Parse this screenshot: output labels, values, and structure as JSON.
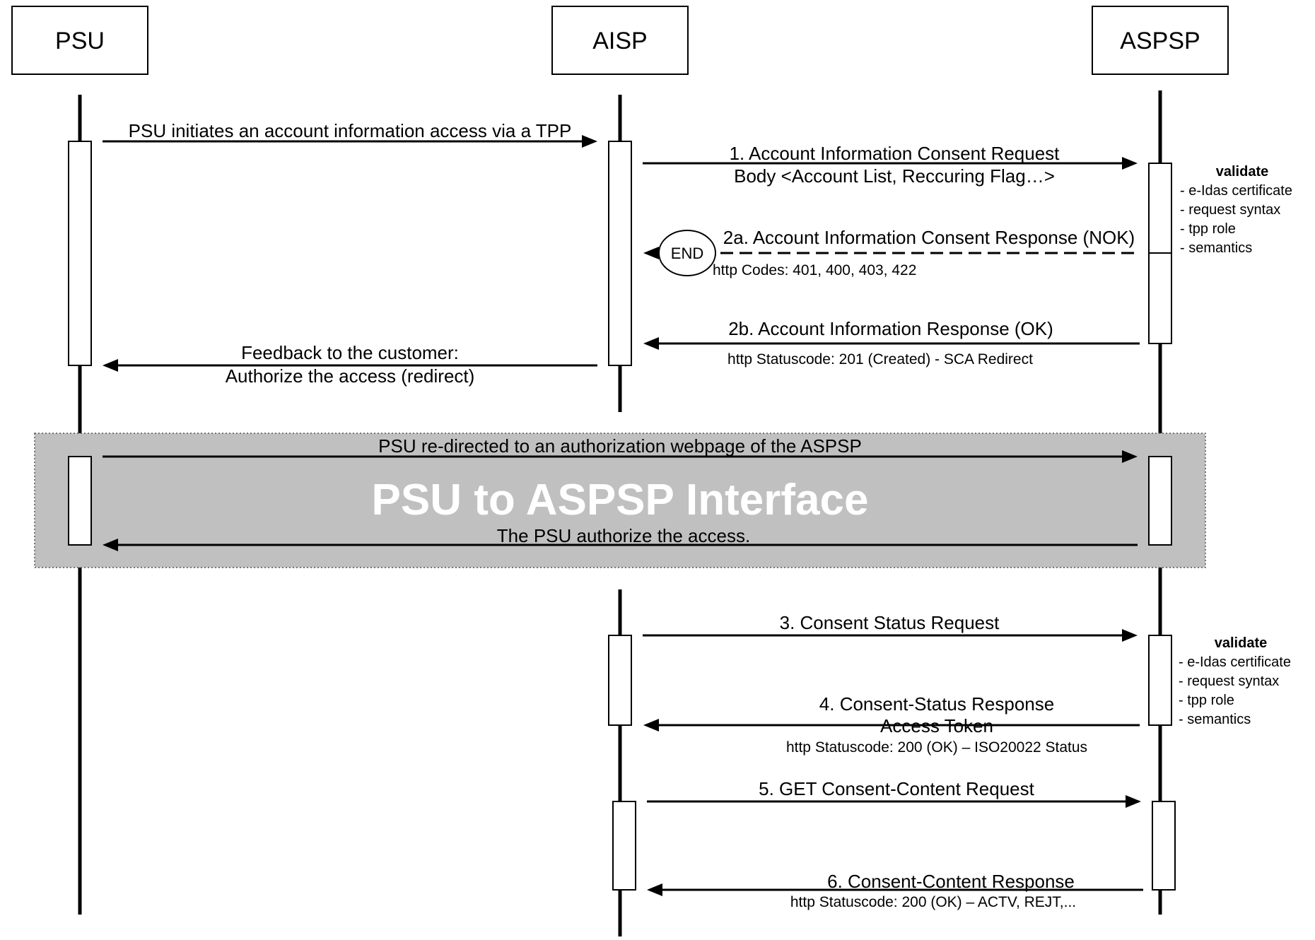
{
  "diagram": {
    "actors": [
      {
        "id": "psu",
        "label": "PSU"
      },
      {
        "id": "aisp",
        "label": "AISP"
      },
      {
        "id": "aspsp",
        "label": "ASPSP"
      }
    ],
    "messages": {
      "m0": "PSU initiates an account information access via a TPP",
      "m1": "1. Account Information Consent Request",
      "m1_body": "Body <Account List, Reccuring Flag…>",
      "m2a": "2a. Account Information Consent Response (NOK)",
      "m2a_codes": "http Codes: 401, 400, 403, 422",
      "m2b": "2b. Account Information Response (OK)",
      "m2b_status": "http Statuscode: 201 (Created) - SCA Redirect",
      "feedback_1": "Feedback to the customer:",
      "feedback_2": "Authorize the access (redirect)",
      "redirect": "PSU re-directed to an authorization webpage of the ASPSP",
      "authorize": "The PSU authorize the access.",
      "m3": "3. Consent Status Request",
      "m4": "4. Consent-Status Response",
      "m4_token": "Access Token",
      "m4_status": "http Statuscode: 200 (OK) – ISO20022 Status",
      "m5": "5. GET Consent-Content Request",
      "m6": "6. Consent-Content Response",
      "m6_status": "http Statuscode: 200 (OK) – ACTV, REJT,..."
    },
    "end_label": "END",
    "band_title": "PSU to ASPSP Interface",
    "validate_notes": [
      {
        "title": "validate",
        "items": [
          "- e-Idas certificate",
          "- request syntax",
          "- tpp role",
          "- semantics"
        ]
      },
      {
        "title": "validate",
        "items": [
          "- e-Idas certificate",
          "- request syntax",
          "- tpp role",
          "- semantics"
        ]
      }
    ],
    "colors": {
      "band_fill": "#c0c0c0",
      "band_text": "#ffffff",
      "lines": "#000000"
    }
  }
}
